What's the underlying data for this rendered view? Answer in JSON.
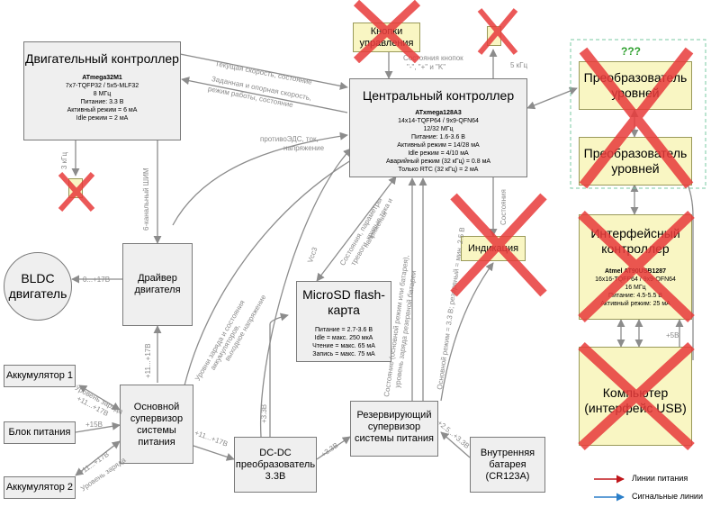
{
  "motor_ctrl": {
    "title": "Двигательный контроллер",
    "chip": "ATmega32M1",
    "pkg": "7x7-TQFP32 / 5x5-MLF32",
    "freq": "8 МГц",
    "power": "Питание: 3.3 В",
    "active": "Активный режим = 6 мА",
    "idle": "Idle режим = 2 мА"
  },
  "central": {
    "title": "Центральный контроллер",
    "chip": "ATxmega128A3",
    "pkg": "14x14-TQFP64 / 9x9-QFN64",
    "freq": "12/32 МГц",
    "power": "Питание: 1.6-3.6 В",
    "active": "Активный режим = 14/28 мА",
    "idle": "Idle режим = 4/10 мА",
    "emergency": "Аварийный режим (32 кГц) = 0.8 мА",
    "rtc": "Только RTC (32 кГц) = 2 мА"
  },
  "buttons": "Кнопки управления",
  "indication": "Индикация",
  "level1": "Преобразователь уровней",
  "level2": "Преобразователь уровней",
  "qq": "???",
  "iface": {
    "title": "Интерфейсный контроллер",
    "chip": "Atmel AT90USB1287",
    "pkg": "16x16-TQFP64 / 9x9-QFN64",
    "freq": "16 МГц",
    "power": "Питание: 4.5-5.5 В",
    "active": "Активный режим: 25 мА"
  },
  "computer": "Компьютер (интерфейс USB)",
  "bldc": "BLDC двигатель",
  "driver": "Драйвер двигателя",
  "microsd": {
    "title": "MicroSD flash-карта",
    "power": "Питание = 2.7-3.6 В",
    "idle": "Idle = макс. 250 мкА",
    "read": "Чтение = макс. 65 мА",
    "write": "Запись = макс. 75 мА"
  },
  "acc1": "Аккумулятор 1",
  "psu": "Блок питания",
  "acc2": "Аккумулятор 2",
  "supervisor": "Основной супервизор системы питания",
  "dcdc": "DC-DC преобразователь 3.3В",
  "reserve": "Резервирующий супервизор системы питания",
  "battery": "Внутренняя батарея (CR123A)",
  "labels": {
    "speed_state": "Текущая скорость, состояние",
    "set_speed": "Заданная и опорная скорость,",
    "mode_state": "режим работы, состояние",
    "back_emf": "противоЭДС, ток,",
    "voltage": "напряжение",
    "pwm": "6-канальный ШИМ",
    "f3k": "3 кГц",
    "f5k": "5 кГц",
    "buttons_state": "Состояния кнопок",
    "keys": "\"-\", \"+\" и \"K\"",
    "states": "Состояния",
    "bldc_v": "0...+17В",
    "drv_v": "+11...+17В",
    "acc1_a": "Уровень заряда",
    "acc1_b": "+11...+17В",
    "psu_v": "+15В",
    "acc2_a": "+11...+17В",
    "acc2_b": "Уровень заряда",
    "sup_dc": "+11...+17В",
    "dc_33": "+3.3В",
    "dc_33b": "+3.3В",
    "bat_v": "+2.5...+3.3В",
    "vcc3": "Vcc3",
    "charge_a": "Уровни заряда и состояния",
    "charge_b": "аккумуляторов,",
    "charge_c": "выходное напряжение",
    "sd_a": "Состояния, параметры",
    "sd_b": "тревоги, кривые тока и",
    "sd_c": "напряжения",
    "res_a": "Состояние (основной режим или батарея),",
    "res_b": "уровень заряда резервной батареи",
    "main_mode": "Основной режим = 3.3 В; резервный = мин. 2.5 В",
    "plus5": "+5В"
  },
  "legend": {
    "power": "Линии питания",
    "signal": "Сигнальные линии"
  },
  "colors": {
    "power": "#c0161b",
    "signal": "#2b7fc9",
    "cross": "#e83b3b",
    "dashed": "#7ac9a3"
  }
}
